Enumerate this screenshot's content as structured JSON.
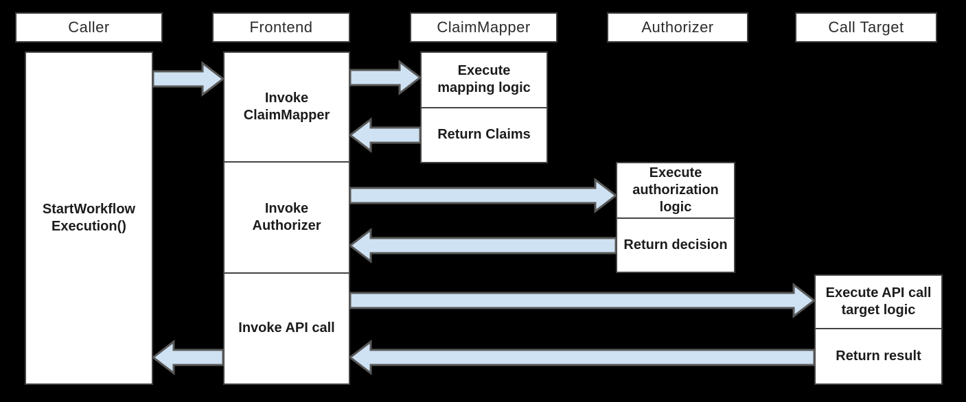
{
  "diagram": {
    "lanes": [
      {
        "header": "Caller",
        "steps": [
          "StartWorkflow\nExecution()"
        ]
      },
      {
        "header": "Frontend",
        "steps": [
          "Invoke\nClaimMapper",
          "Invoke\nAuthorizer",
          "Invoke API call"
        ]
      },
      {
        "header": "ClaimMapper",
        "steps": [
          "Execute\nmapping logic",
          "Return Claims"
        ]
      },
      {
        "header": "Authorizer",
        "steps": [
          "Execute\nauthorization\nlogic",
          "Return decision"
        ]
      },
      {
        "header": "Call Target",
        "steps": [
          "Execute API call\ntarget logic",
          "Return result"
        ]
      }
    ],
    "messages": [
      {
        "from": "Caller",
        "to": "Frontend",
        "direction": "right"
      },
      {
        "from": "Frontend",
        "to": "ClaimMapper",
        "direction": "right"
      },
      {
        "from": "ClaimMapper",
        "to": "Frontend",
        "direction": "left"
      },
      {
        "from": "Frontend",
        "to": "Authorizer",
        "direction": "right"
      },
      {
        "from": "Authorizer",
        "to": "Frontend",
        "direction": "left"
      },
      {
        "from": "Frontend",
        "to": "Call Target",
        "direction": "right"
      },
      {
        "from": "Call Target",
        "to": "Frontend",
        "direction": "left"
      },
      {
        "from": "Frontend",
        "to": "Caller",
        "direction": "left"
      }
    ],
    "colors": {
      "background": "#000000",
      "box_fill": "#ffffff",
      "box_border": "#434343",
      "arrow_fill": "#cfe2f3",
      "arrow_stroke": "#595959",
      "text": "#1c1c1c"
    }
  }
}
